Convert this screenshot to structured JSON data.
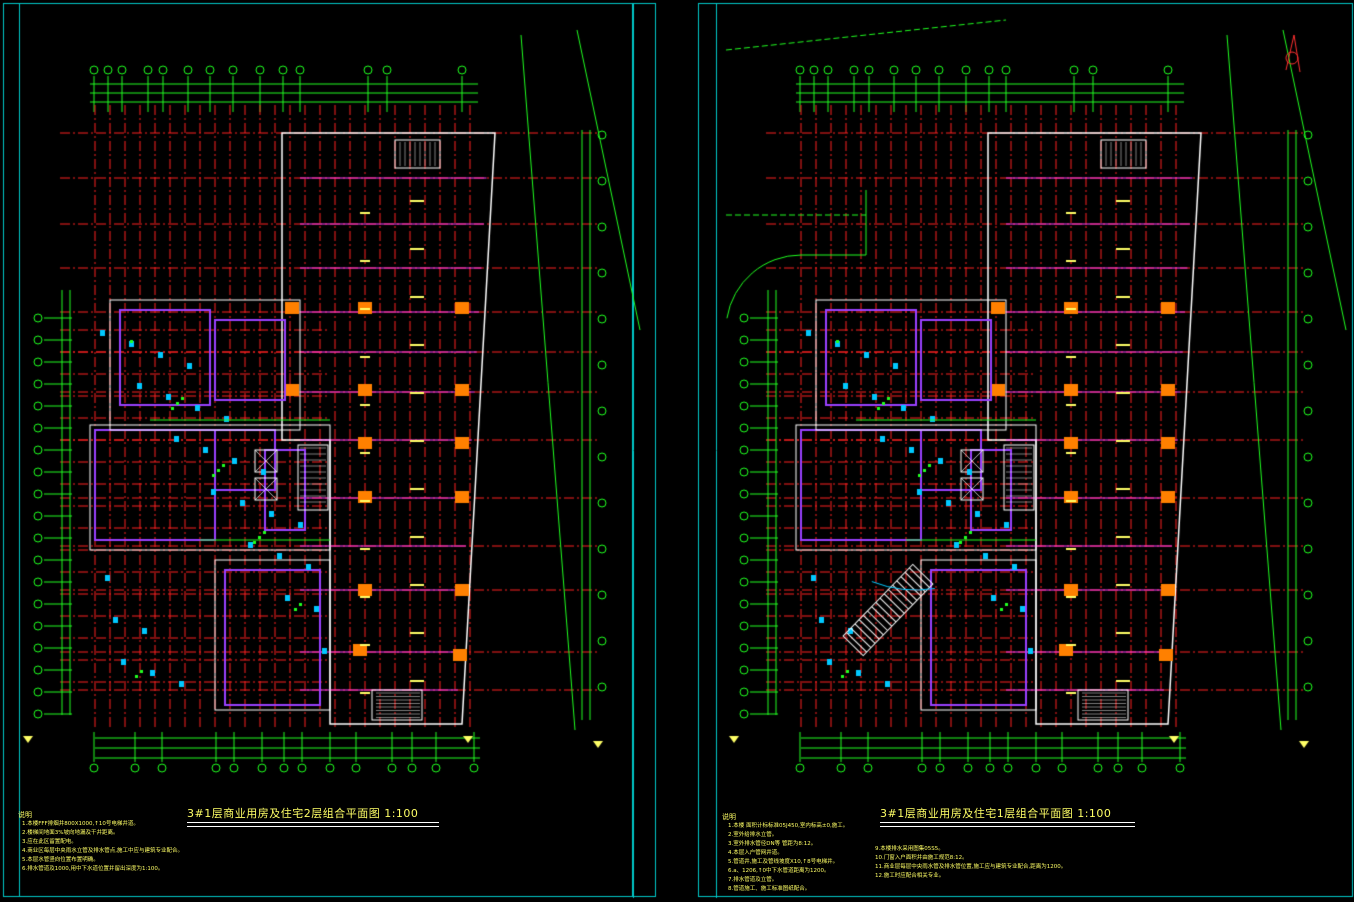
{
  "colors": {
    "background": "#000000",
    "frame": "#00c8c8",
    "grid_axis": "#ff2020",
    "dimension": "#20ff20",
    "wall": "#ffffff",
    "partition": "#ff40ff",
    "column": "#ff8000",
    "fixture": "#00c8ff",
    "room_line": "#9a40ff",
    "text": "#ffff66"
  },
  "sheets": [
    {
      "title": "3#1层商业用房及住宅2层组合平面图 1:100",
      "notes_heading": "说明",
      "notes": [
        "1.本楼FFF排烟井800X1000,↑10号电梯井道。",
        "2.楼梯间地面3%坡向地漏及干井距离。",
        "3.应在此区留置配电。",
        "4.商业区每层中央雨水立管及排水管点,施工中应与建筑专业配合。",
        "5.本层水管竖向位置布置明确。",
        "6.排水管道及1000,用中下水道位置并留出深度为1:100。"
      ]
    },
    {
      "title": "3#1层商业用房及住宅1层组合平面图 1:100",
      "notes_heading": "说明",
      "notes": [
        "1.本楼  面积计标标准05J450,室内标高±0,施工。",
        "2.室外给排水立管。",
        "3.室外排水管径DN等  管距为8:12。",
        "4.本层入户管网井道。",
        "5.管道井,施工及管线坡度X10,↑8号电梯井。",
        "6.a、1206,↑0中下水管道距离为1200。",
        "7.排水管道及立管。",
        "8.管道施工、施工标准图纸配合。"
      ],
      "notes2": [
        "9.本楼排水采用图集05S5。",
        "10.门窗入户面积并由施工规范8:12。",
        "11.商业层每层中央雨水管及排水管位置,施工应与建筑专业配合,距离为1200。",
        "12.施工时应配合相关专业。"
      ]
    }
  ]
}
